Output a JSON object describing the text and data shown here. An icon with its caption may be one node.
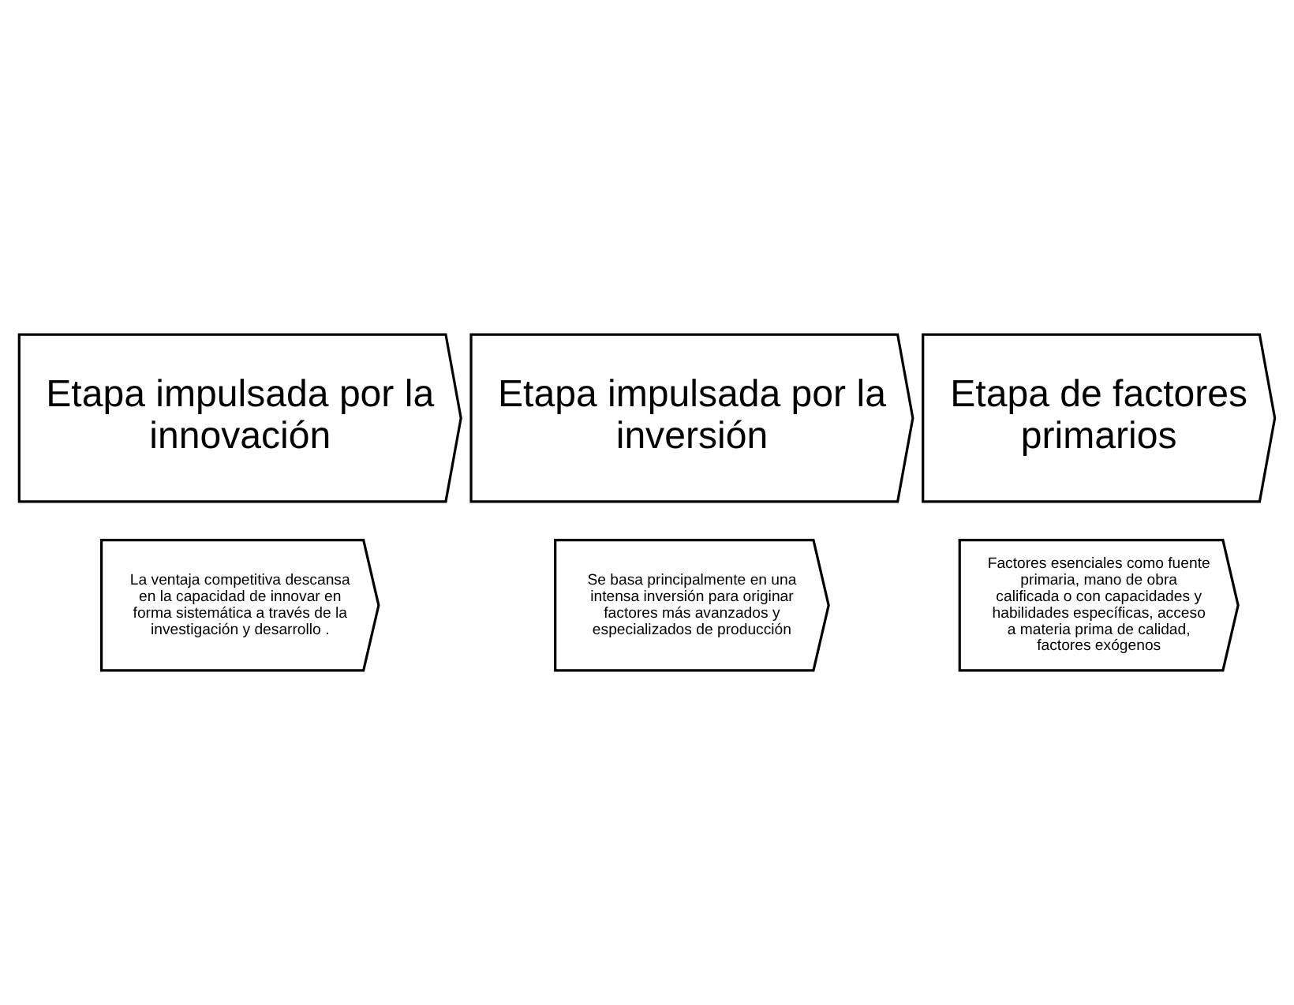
{
  "diagram": {
    "nodes": [
      {
        "text": [
          "Etapa impulsada por la innovación"
        ]
      },
      {
        "text": [
          "La ventaja competitiva descansa en la capacidad de innovar en forma sistemática a través de la investigación y desarrollo ."
        ]
      },
      {
        "text": [
          "Etapa impulsada por la inversión"
        ]
      },
      {
        "text": [
          "Se basa principalmente en una intensa inversión para originar factores más avanzados y especializados de producción"
        ]
      },
      {
        "text": [
          "Etapa de factores primarios"
        ]
      },
      {
        "text": [
          "Factores esenciales como fuente primaria, mano de obra calificada o con capacidades y habilidades específicas, acceso a materia prima de calidad, factores exógenos"
        ]
      }
    ]
  }
}
